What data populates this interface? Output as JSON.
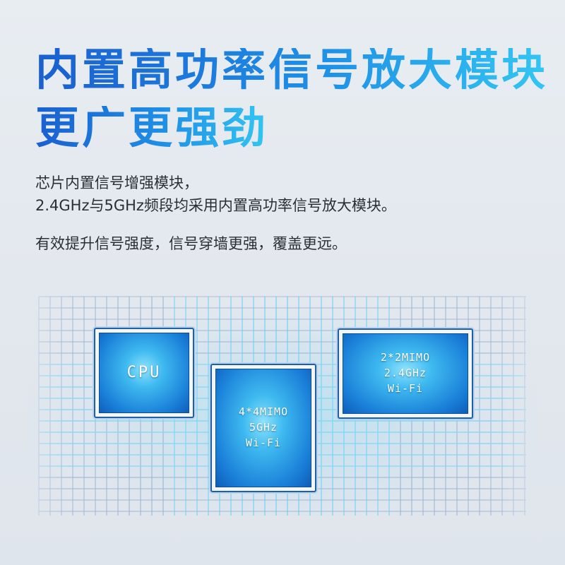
{
  "headline": {
    "line1": "内置高功率信号放大模块",
    "line2": "更广更强劲"
  },
  "description": {
    "line1": "芯片内置信号增强模块，",
    "line2": "2.4GHz与5GHz频段均采用内置高功率信号放大模块。",
    "line3": "有效提升信号强度，信号穿墙更强，覆盖更远。"
  },
  "chips": {
    "cpu": {
      "label": "CPU"
    },
    "wifi_5g": {
      "line1": "4*4MIMO",
      "line2": "5GHz",
      "line3": "Wi-Fi"
    },
    "wifi_24g": {
      "line1": "2*2MIMO",
      "line2": "2.4GHz",
      "line3": "Wi-Fi"
    }
  },
  "colors": {
    "headline_start": "#1a5fd0",
    "headline_end": "#33c6f2",
    "chip_core": "#3fbaf0",
    "chip_border": "#1f5fa8",
    "grid_line": "#9fb6d6",
    "grid_glow": "#7fd6f4"
  }
}
